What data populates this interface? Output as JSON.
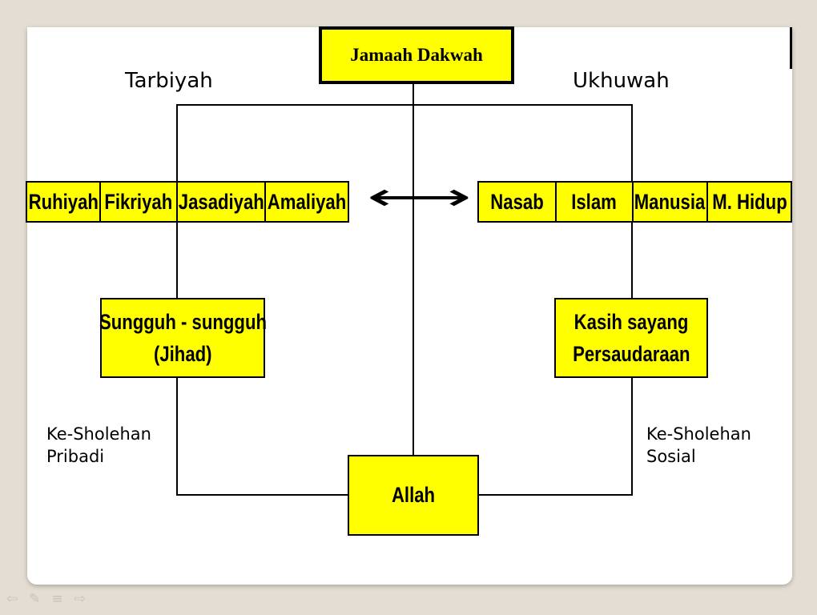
{
  "diagram": {
    "title": "Jamaah Dakwah",
    "left_heading": "Tarbiyah",
    "right_heading": "Ukhuwah",
    "left_items": [
      "Ruhiyah",
      "Fikriyah",
      "Jasadiyah",
      "Amaliyah"
    ],
    "right_items": [
      "Nasab",
      "Islam",
      "Manusia",
      "M. Hidup"
    ],
    "left_box_line1": "Sungguh - sungguh",
    "left_box_line2": "(Jihad)",
    "right_box_line1": "Kasih sayang",
    "right_box_line2": "Persaudaraan",
    "left_note_line1": "Ke-Sholehan",
    "left_note_line2": "Pribadi",
    "right_note_line1": "Ke-Sholehan",
    "right_note_line2": "Sosial",
    "bottom_box": "Allah",
    "arrow_glyph": "⟷"
  },
  "nav_icons": [
    "prev-arrow-icon",
    "pen-icon",
    "menu-icon",
    "next-arrow-icon"
  ]
}
